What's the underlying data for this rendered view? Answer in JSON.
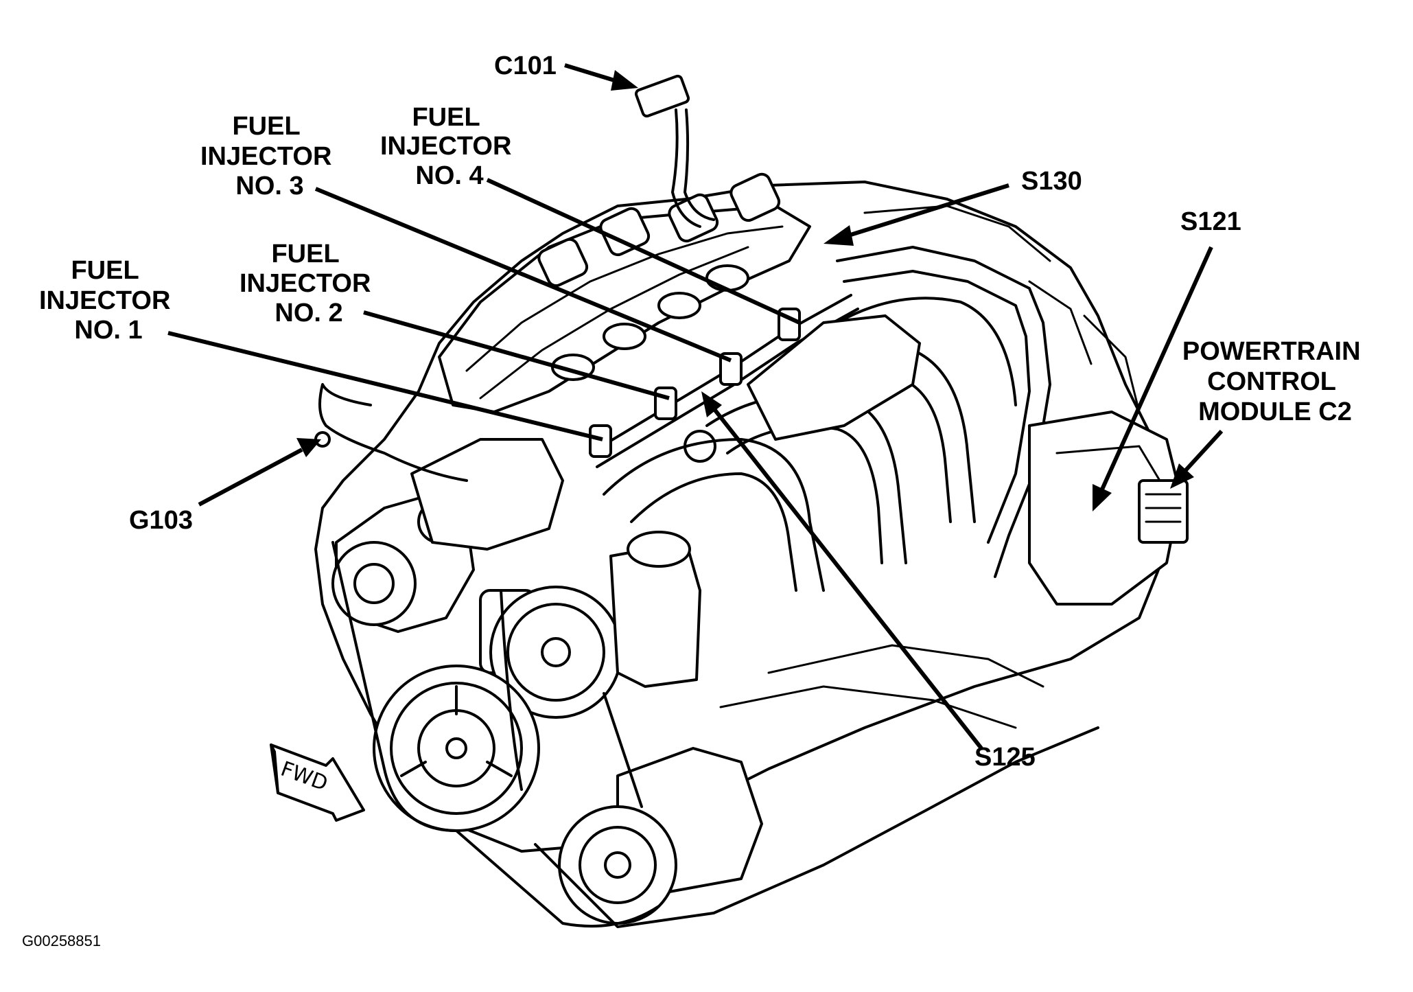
{
  "diagram": {
    "figure_id": "G00258851",
    "forward_marker": "FWD",
    "labels": {
      "c101": "C101",
      "injector_4": [
        "FUEL",
        "INJECTOR",
        "NO. 4"
      ],
      "injector_3": [
        "FUEL",
        "INJECTOR",
        "NO. 3"
      ],
      "injector_2": [
        "FUEL",
        "INJECTOR",
        "NO. 2"
      ],
      "injector_1": [
        "FUEL",
        "INJECTOR",
        "NO. 1"
      ],
      "s130": "S130",
      "s121": "S121",
      "pcm": [
        "POWERTRAIN",
        "CONTROL",
        "MODULE C2"
      ],
      "g103": "G103",
      "s125": "S125"
    }
  }
}
